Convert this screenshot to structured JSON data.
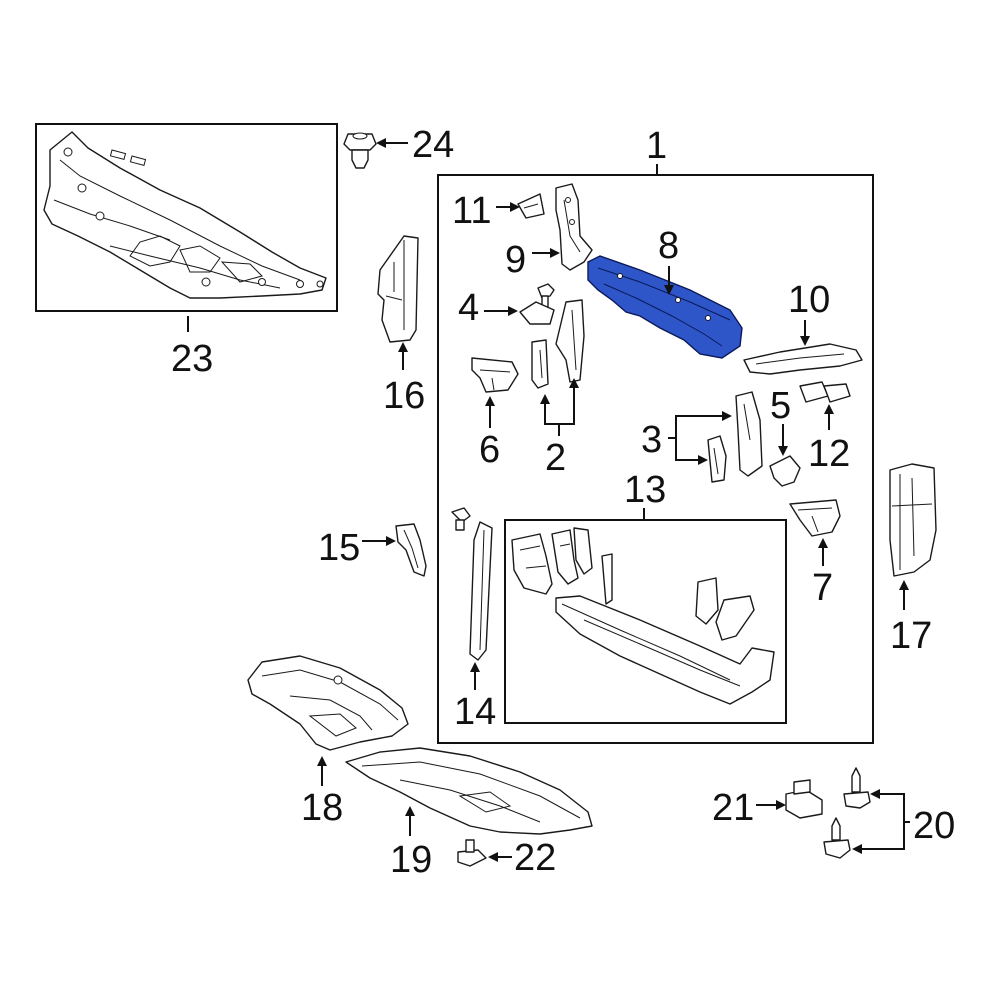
{
  "diagram": {
    "highlight_color": "#2f56c8",
    "highlighted_part": "8",
    "callouts": {
      "c1": "1",
      "c2": "2",
      "c3": "3",
      "c4": "4",
      "c5": "5",
      "c6": "6",
      "c7": "7",
      "c8": "8",
      "c9": "9",
      "c10": "10",
      "c11": "11",
      "c12": "12",
      "c13": "13",
      "c14": "14",
      "c15": "15",
      "c16": "16",
      "c17": "17",
      "c18": "18",
      "c19": "19",
      "c20": "20",
      "c21": "21",
      "c22": "22",
      "c23": "23",
      "c24": "24"
    }
  }
}
